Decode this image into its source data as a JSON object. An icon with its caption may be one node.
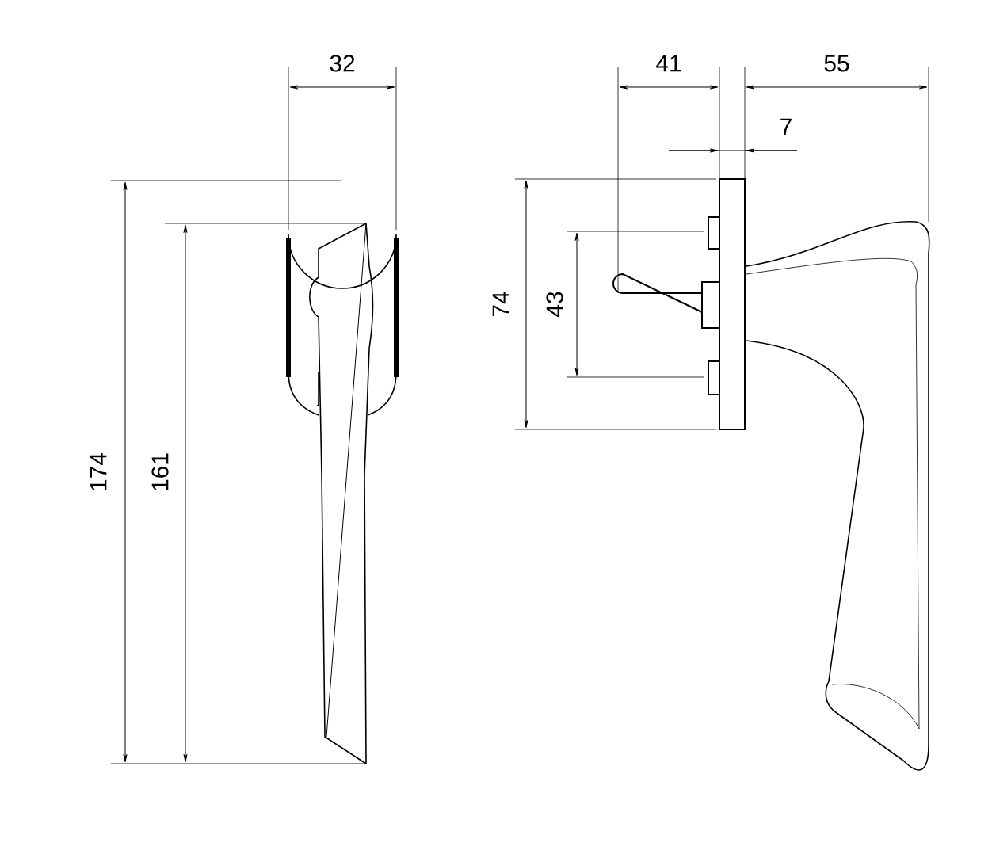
{
  "diagram": {
    "labels": [
      "32",
      "41",
      "55",
      "7",
      "74",
      "43",
      "174",
      "161"
    ]
  }
}
